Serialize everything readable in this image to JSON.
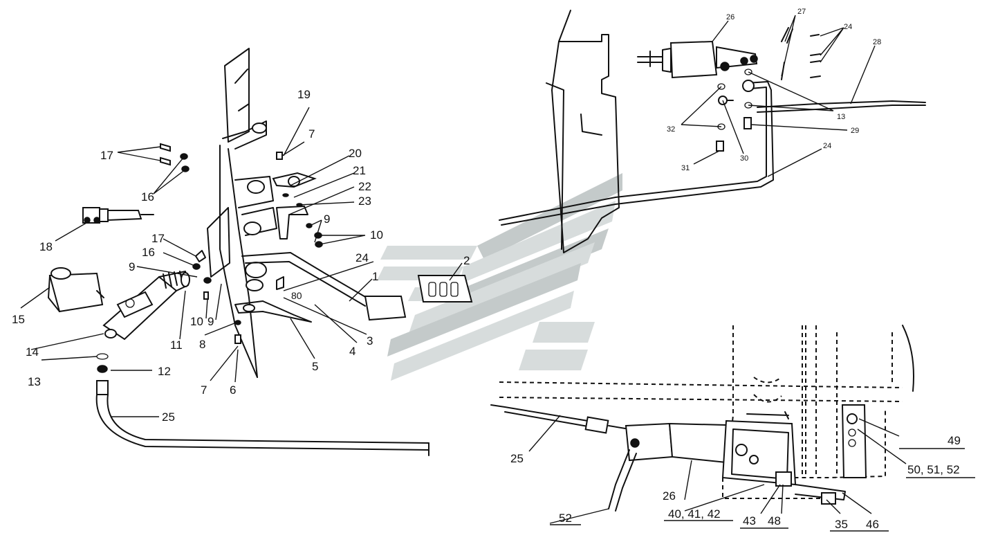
{
  "callouts_left": [
    "1",
    "2",
    "3",
    "4",
    "5",
    "6",
    "7",
    "7",
    "8",
    "9",
    "9",
    "9",
    "10",
    "10",
    "11",
    "12",
    "13",
    "14",
    "15",
    "16",
    "16",
    "17",
    "17",
    "18",
    "19",
    "20",
    "21",
    "22",
    "23",
    "24",
    "25",
    "80"
  ],
  "callouts_upper_right": [
    "26",
    "27",
    "24",
    "28",
    "13",
    "32",
    "30",
    "29",
    "31",
    "24"
  ],
  "callouts_lower_right": [
    "25",
    "26",
    "40, 41, 42",
    "43",
    "48",
    "35",
    "46",
    "49",
    "50, 51, 52",
    "52"
  ],
  "colors": {
    "line": "#111111",
    "watermark": "#d7dcdc",
    "background": "#ffffff"
  }
}
